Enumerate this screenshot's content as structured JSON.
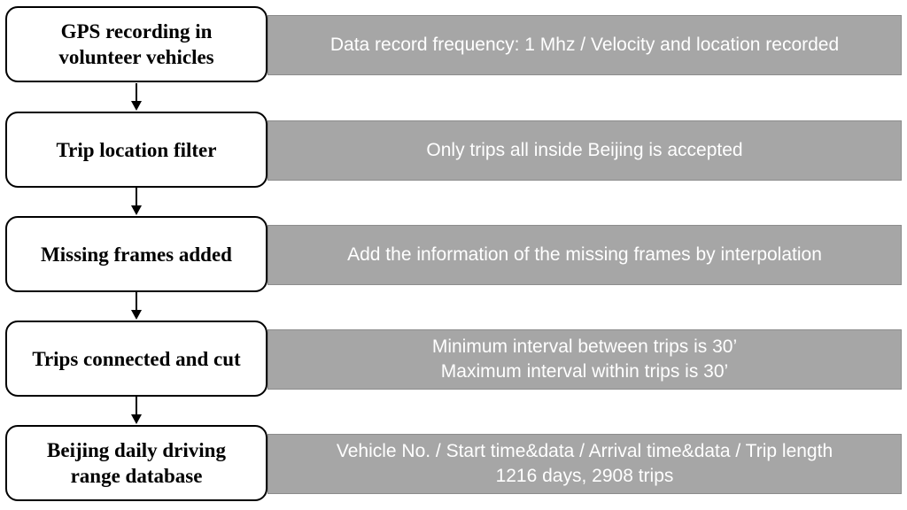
{
  "steps": [
    {
      "title": "GPS recording in\nvolunteer vehicles",
      "description": "Data record frequency: 1 Mhz / Velocity and location recorded"
    },
    {
      "title": "Trip location filter",
      "description": "Only trips all inside Beijing is accepted"
    },
    {
      "title": "Missing frames added",
      "description": "Add the information of the missing frames by interpolation"
    },
    {
      "title": "Trips connected and cut",
      "description": "Minimum interval between trips is 30’\nMaximum interval within trips is 30’"
    },
    {
      "title": "Beijing daily driving\nrange database",
      "description": "Vehicle No. / Start time&data / Arrival time&data / Trip length\n1216 days, 2908 trips"
    }
  ],
  "colors": {
    "step_border": "#000000",
    "description_bg": "#a6a6a6",
    "description_text": "#ffffff"
  }
}
